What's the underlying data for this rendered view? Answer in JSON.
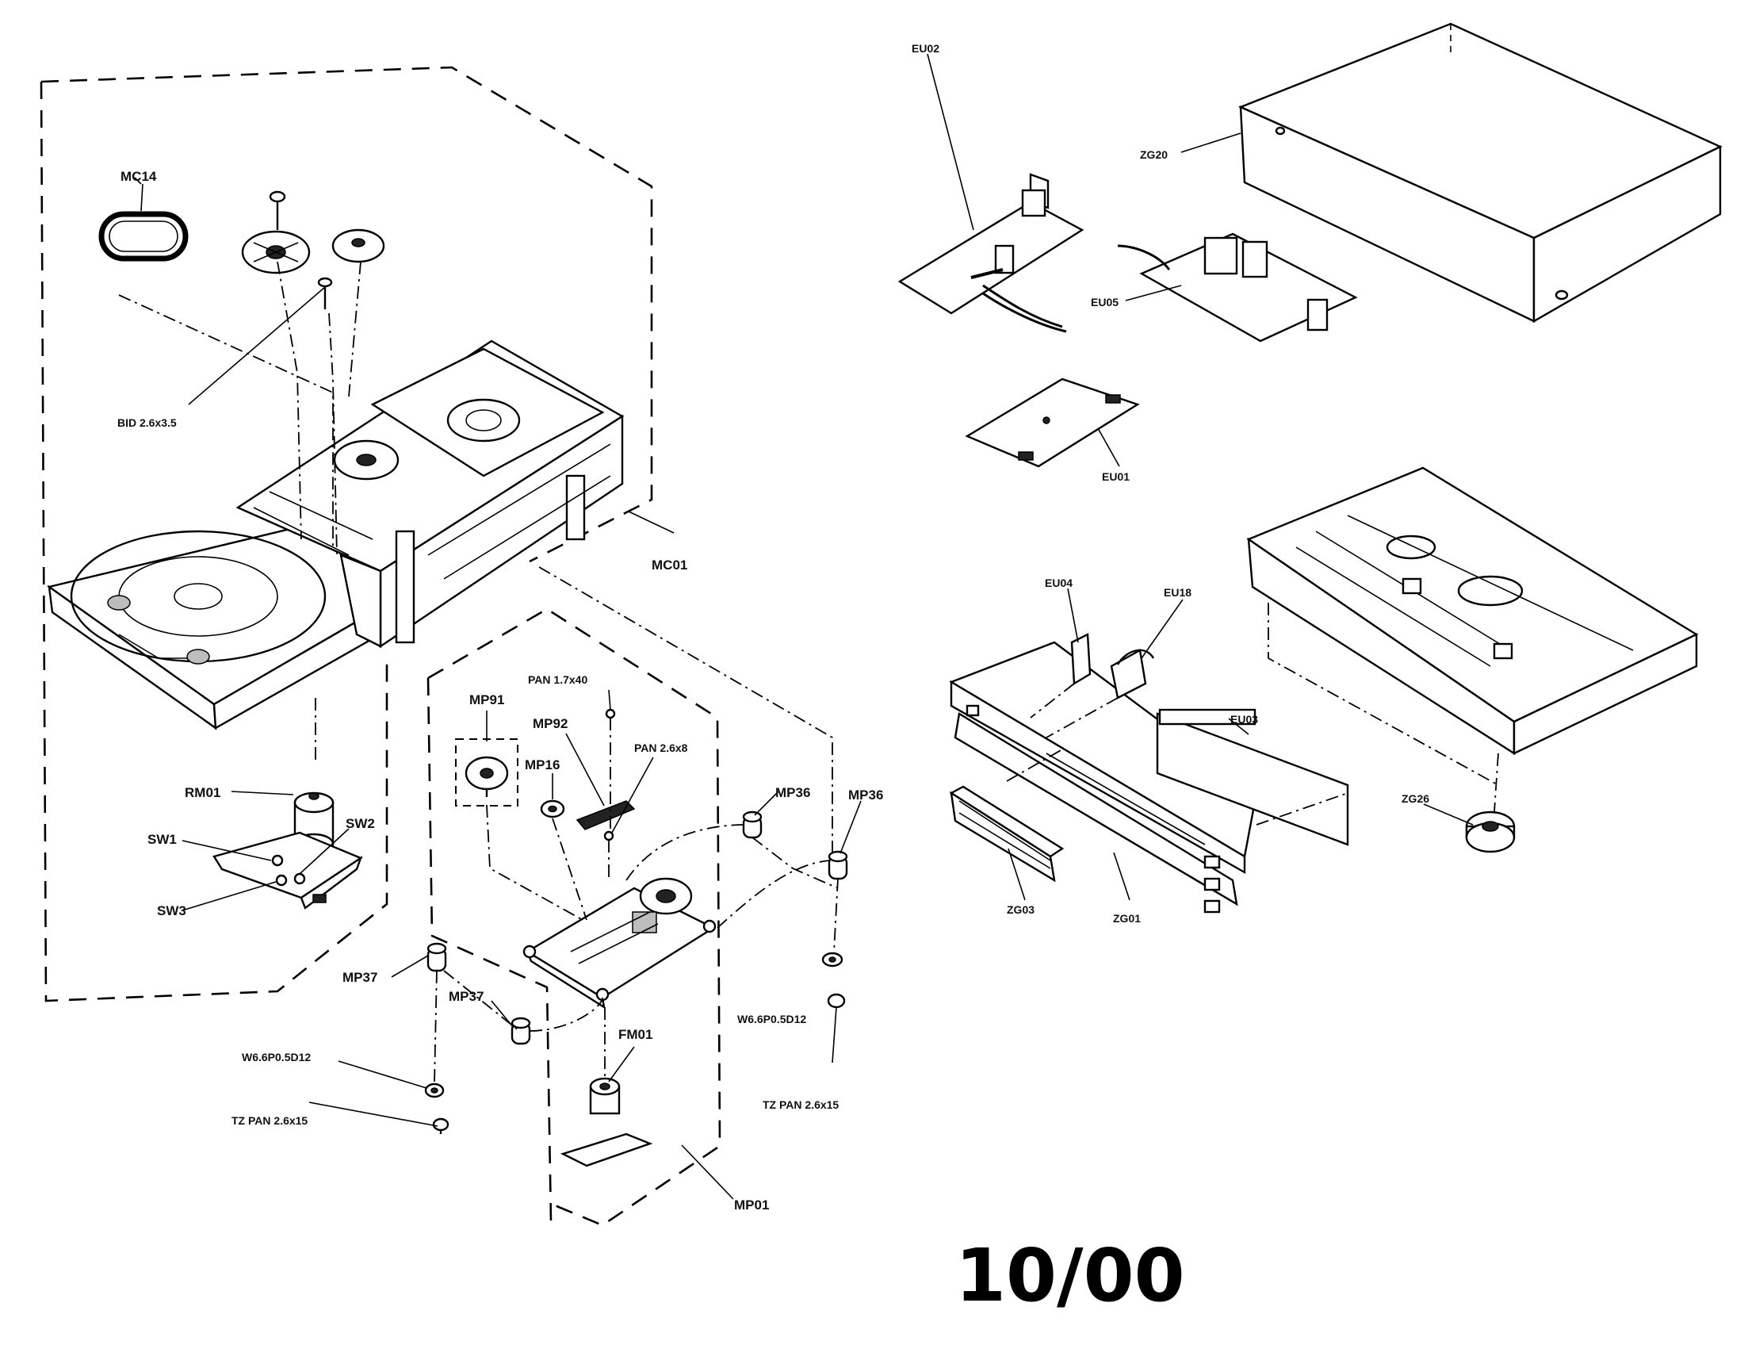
{
  "labels": {
    "mc14": "MC14",
    "bid": "BID 2.6x3.5",
    "mc01": "MC01",
    "rm01": "RM01",
    "sw1": "SW1",
    "sw2": "SW2",
    "sw3": "SW3",
    "mp91": "MP91",
    "pan17": "PAN 1.7x40",
    "mp92": "MP92",
    "pan26x8": "PAN 2.6x8",
    "mp16": "MP16",
    "mp36a": "MP36",
    "mp36b": "MP36",
    "mp37a": "MP37",
    "mp37b": "MP37",
    "w66left": "W6.6P0.5D12",
    "w66right": "W6.6P0.5D12",
    "tzleft": "TZ PAN 2.6x15",
    "tzright": "TZ PAN 2.6x15",
    "fm01": "FM01",
    "mp01": "MP01",
    "eu02": "EU02",
    "zg20": "ZG20",
    "eu05": "EU05",
    "eu01": "EU01",
    "eu04": "EU04",
    "eu18": "EU18",
    "eu03": "EU03",
    "zg26": "ZG26",
    "zg03": "ZG03",
    "zg01": "ZG01"
  },
  "stamp": "10/00"
}
